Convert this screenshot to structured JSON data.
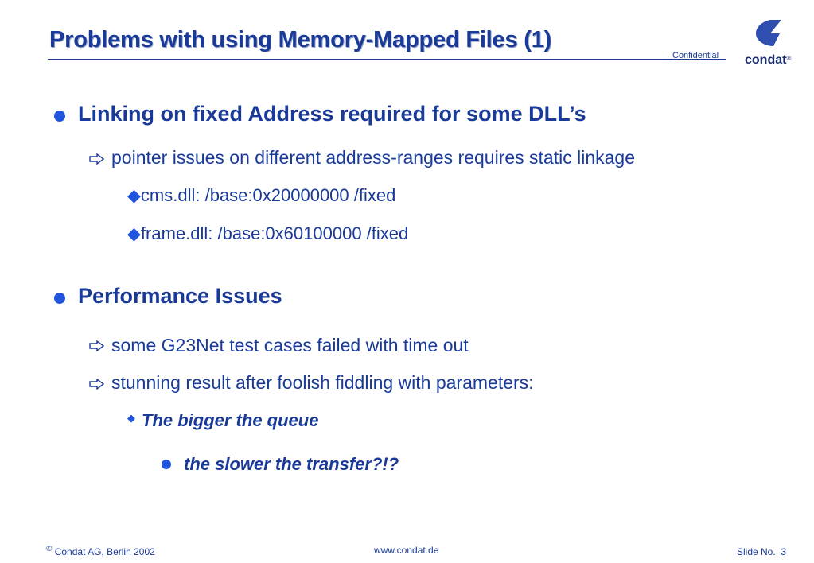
{
  "header": {
    "title": "Problems with using Memory-Mapped Files (1)",
    "confidential": "Confidential",
    "logo_text": "condat",
    "logo_mark": "®"
  },
  "bullets": [
    {
      "text": "Linking on fixed Address required for some DLL’s",
      "sub": [
        {
          "text": "pointer issues on different address-ranges requires static linkage",
          "items": [
            "cms.dll:  /base:0x20000000 /fixed",
            "frame.dll: /base:0x60100000 /fixed"
          ]
        }
      ]
    },
    {
      "text": "Performance Issues",
      "sub": [
        {
          "text": "some G23Net test cases failed with time out"
        },
        {
          "text": "stunning result after foolish fiddling with parameters:",
          "items": [
            "The bigger the queue"
          ],
          "deep": [
            "the slower the transfer?!?"
          ]
        }
      ]
    }
  ],
  "footer": {
    "copyright_symbol": "©",
    "company": "Condat AG, Berlin 2002",
    "url": "www.condat.de",
    "slide_label": "Slide No.",
    "slide_number": "3"
  },
  "colors": {
    "primary": "#1a3a99",
    "bullet": "#2255dd",
    "logo": "#1a2c6c"
  },
  "icons": [
    "logo-mark-icon",
    "bullet-dot-icon",
    "arrow-right-outline-icon",
    "diamond-icon"
  ]
}
